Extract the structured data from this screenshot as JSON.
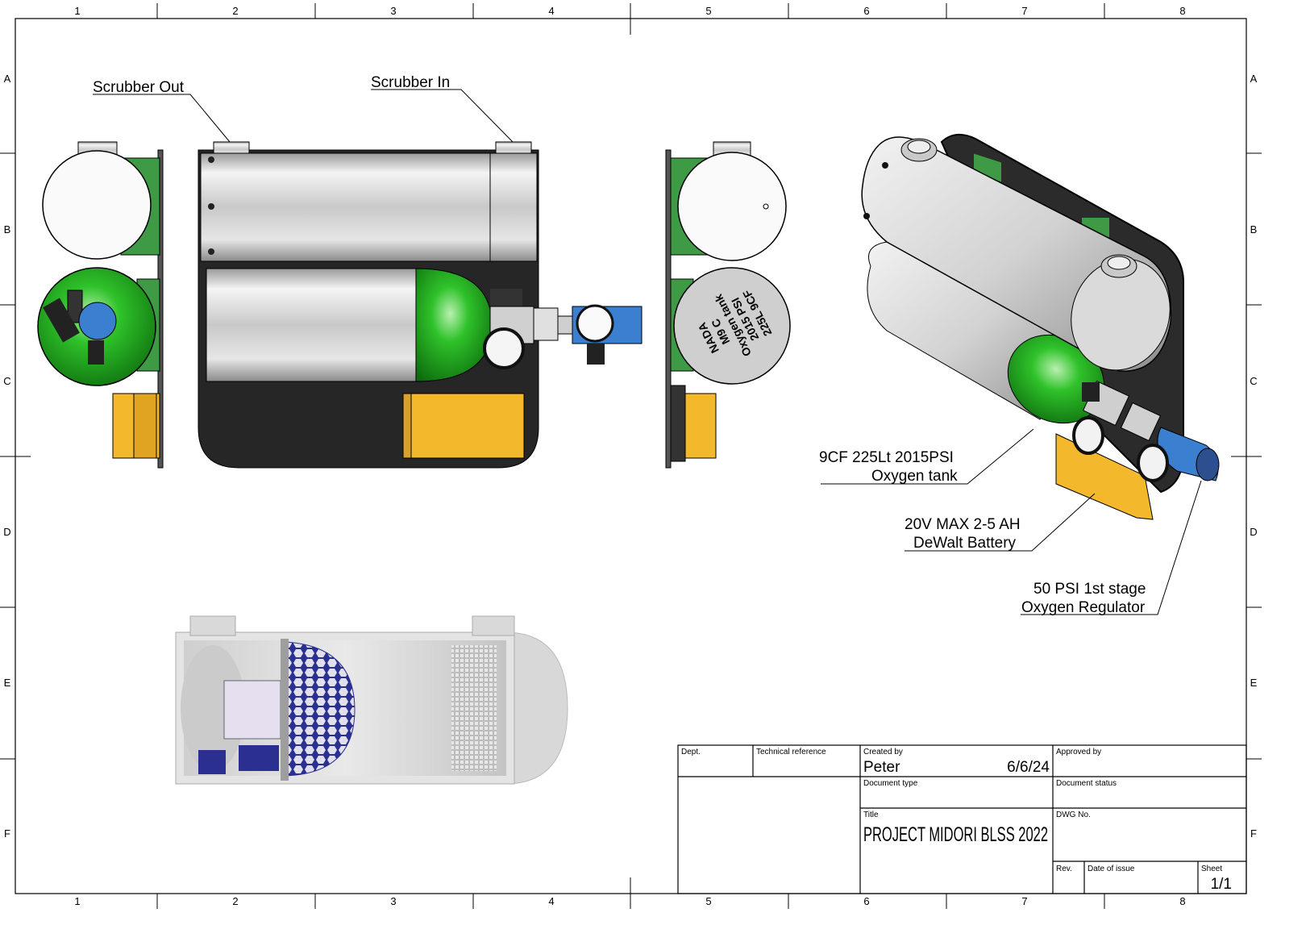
{
  "border": {
    "columns": [
      "1",
      "2",
      "3",
      "4",
      "5",
      "6",
      "7",
      "8"
    ],
    "rows": [
      "A",
      "B",
      "C",
      "D",
      "E",
      "F"
    ]
  },
  "callouts": {
    "scrubber_out": "Scrubber Out",
    "scrubber_in": "Scrubber In",
    "oxygen_tank_line1": "9CF  225Lt 2015PSI",
    "oxygen_tank_line2": "Oxygen tank",
    "battery_line1": "20V MAX 2-5 AH",
    "battery_line2": "DeWalt  Battery",
    "regulator_line1": "50 PSI 1st stage",
    "regulator_line2": "Oxygen Regulator"
  },
  "tank_end_label": [
    "NADA",
    "M9 C",
    "Oxygen  tank",
    "2015 PSI",
    "225L 9CF"
  ],
  "title_block": {
    "dept_label": "Dept.",
    "tech_ref_label": "Technical reference",
    "created_by_label": "Created by",
    "created_by": "Peter",
    "date": "6/6/24",
    "approved_by_label": "Approved by",
    "document_type_label": "Document type",
    "document_status_label": "Document status",
    "title_label": "Title",
    "title": "PROJECT MIDORI BLSS 2022",
    "dwg_no_label": "DWG No.",
    "rev_label": "Rev.",
    "date_of_issue_label": "Date of issue",
    "sheet_label": "Sheet",
    "sheet": "1/1"
  },
  "colors": {
    "green": "#1fa81f",
    "silver": "#d6d6d6",
    "black_plate": "#262626",
    "battery_yellow": "#f4b82c",
    "regulator_blue": "#3a7fd0",
    "bracket_green": "#3f9a45",
    "scrubber_blue": "#2b2f8f"
  }
}
